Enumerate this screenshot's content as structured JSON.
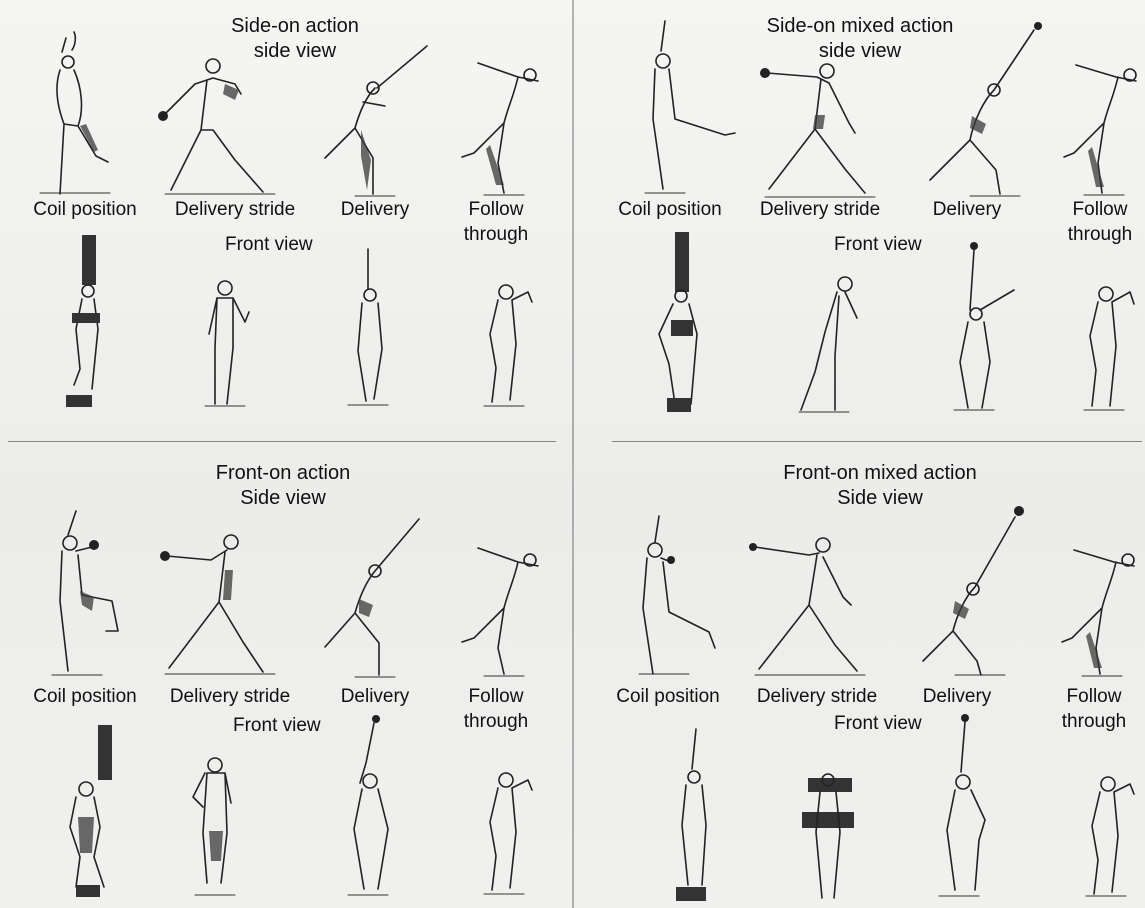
{
  "panels": [
    {
      "title_line1": "Side-on action",
      "title_line2": "side view",
      "labels": [
        "Coil position",
        "Delivery stride",
        "Delivery",
        "Follow",
        "through"
      ],
      "front_view": "Front view"
    },
    {
      "title_line1": "Side-on mixed action",
      "title_line2": "side view",
      "labels": [
        "Coil position",
        "Delivery stride",
        "Delivery",
        "Follow",
        "through"
      ],
      "front_view": "Front view"
    },
    {
      "title_line1": "Front-on action",
      "title_line2": "Side view",
      "labels": [
        "Coil position",
        "Delivery stride",
        "Delivery",
        "Follow",
        "through"
      ],
      "front_view": "Front view"
    },
    {
      "title_line1": "Front-on mixed action",
      "title_line2": "Side view",
      "labels": [
        "Coil position",
        "Delivery stride",
        "Delivery",
        "Follow",
        "through"
      ],
      "front_view": "Front view"
    }
  ],
  "colors": {
    "paper": "#f1f1ef",
    "ink": "#222222",
    "highlight_block": "#333333"
  }
}
